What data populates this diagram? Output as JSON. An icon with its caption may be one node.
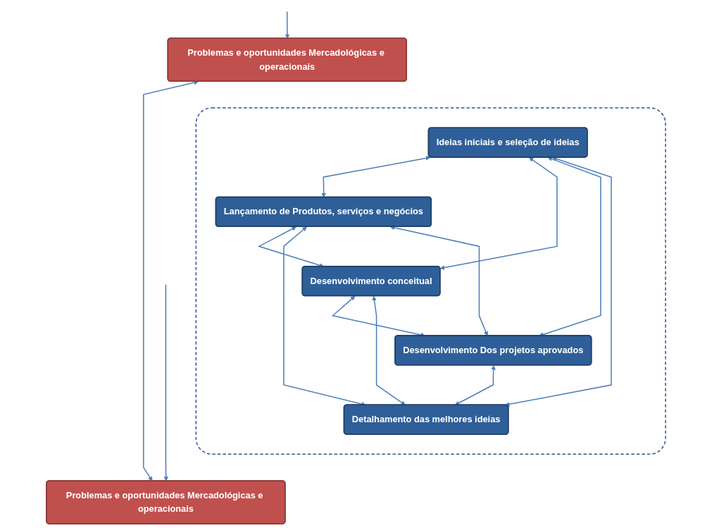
{
  "diagram": {
    "nodes": [
      {
        "text": [
          "Problemas e oportunidades Mercadológicas e operacionais"
        ]
      },
      {
        "text": [],
        "shape": "box"
      },
      {
        "text": [
          "Ideias iniciais e seleção de ideias"
        ],
        "in": 1
      },
      {
        "text": [
          "Lançamento de Produtos, serviços e negócios"
        ],
        "in": 1
      },
      {
        "text": [
          "Desenvolvimento conceitual"
        ],
        "in": 1
      },
      {
        "text": [
          "Desenvolvimento Dos projetos aprovados"
        ],
        "in": 1
      },
      {
        "text": [
          "Detalhamento das melhores ideias"
        ],
        "in": 1
      },
      {
        "text": [
          "Problemas e oportunidades Mercadológicas e operacionais"
        ]
      }
    ],
    "edges": [
      {
        "from": 0,
        "to": 7,
        "arrow": "both"
      },
      {
        "from": null,
        "to": 0,
        "arrow": "to"
      },
      {
        "from": null,
        "to": 7,
        "arrow": "to"
      },
      {
        "from": 2,
        "to": 3,
        "arrow": "both"
      },
      {
        "from": 2,
        "to": 4,
        "arrow": "both"
      },
      {
        "from": 2,
        "to": 5,
        "arrow": "both"
      },
      {
        "from": 2,
        "to": 6,
        "arrow": "both"
      },
      {
        "from": 3,
        "to": 4,
        "arrow": "both"
      },
      {
        "from": 3,
        "to": 6,
        "arrow": "both"
      },
      {
        "from": 3,
        "to": 5,
        "arrow": "both"
      },
      {
        "from": 4,
        "to": 5,
        "arrow": "both"
      },
      {
        "from": 4,
        "to": 6,
        "arrow": "both"
      },
      {
        "from": 5,
        "to": 6,
        "arrow": "both"
      }
    ]
  }
}
